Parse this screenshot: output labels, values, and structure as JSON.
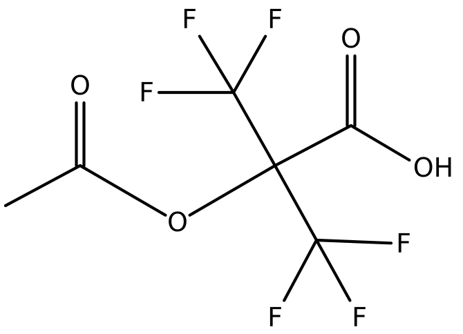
{
  "molecule": {
    "atoms": [
      {
        "id": "c_methyl",
        "element": "C",
        "label": ""
      },
      {
        "id": "c_acyl",
        "element": "C",
        "label": ""
      },
      {
        "id": "o_acyl_carbonyl",
        "element": "O",
        "label": "O"
      },
      {
        "id": "o_ester",
        "element": "O",
        "label": "O"
      },
      {
        "id": "c_quat",
        "element": "C",
        "label": ""
      },
      {
        "id": "c_cf3_top",
        "element": "C",
        "label": ""
      },
      {
        "id": "f_top_left",
        "element": "F",
        "label": "F"
      },
      {
        "id": "f_top_right",
        "element": "F",
        "label": "F"
      },
      {
        "id": "f_top_side",
        "element": "F",
        "label": "F"
      },
      {
        "id": "c_acid",
        "element": "C",
        "label": ""
      },
      {
        "id": "o_acid_carbonyl",
        "element": "O",
        "label": "O"
      },
      {
        "id": "o_acid_hydroxyl",
        "element": "O",
        "label": "OH"
      },
      {
        "id": "c_cf3_bottom",
        "element": "C",
        "label": ""
      },
      {
        "id": "f_bottom_side",
        "element": "F",
        "label": "F"
      },
      {
        "id": "f_bottom_left",
        "element": "F",
        "label": "F"
      },
      {
        "id": "f_bottom_right",
        "element": "F",
        "label": "F"
      }
    ],
    "bonds": [
      {
        "from": "c_methyl",
        "to": "c_acyl",
        "order": 1
      },
      {
        "from": "c_acyl",
        "to": "o_acyl_carbonyl",
        "order": 2
      },
      {
        "from": "c_acyl",
        "to": "o_ester",
        "order": 1
      },
      {
        "from": "o_ester",
        "to": "c_quat",
        "order": 1
      },
      {
        "from": "c_quat",
        "to": "c_cf3_top",
        "order": 1
      },
      {
        "from": "c_cf3_top",
        "to": "f_top_left",
        "order": 1
      },
      {
        "from": "c_cf3_top",
        "to": "f_top_right",
        "order": 1
      },
      {
        "from": "c_cf3_top",
        "to": "f_top_side",
        "order": 1
      },
      {
        "from": "c_quat",
        "to": "c_acid",
        "order": 1
      },
      {
        "from": "c_acid",
        "to": "o_acid_carbonyl",
        "order": 2
      },
      {
        "from": "c_acid",
        "to": "o_acid_hydroxyl",
        "order": 1
      },
      {
        "from": "c_quat",
        "to": "c_cf3_bottom",
        "order": 1
      },
      {
        "from": "c_cf3_bottom",
        "to": "f_bottom_side",
        "order": 1
      },
      {
        "from": "c_cf3_bottom",
        "to": "f_bottom_left",
        "order": 1
      },
      {
        "from": "c_cf3_bottom",
        "to": "f_bottom_right",
        "order": 1
      }
    ]
  }
}
